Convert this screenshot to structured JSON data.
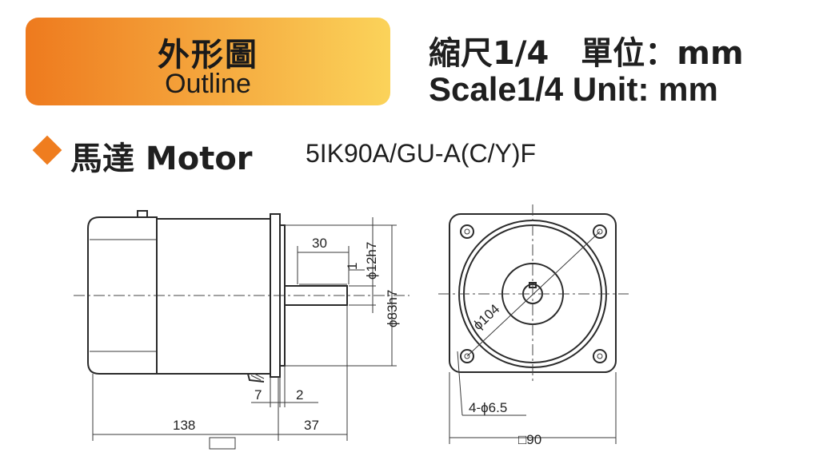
{
  "header": {
    "title_zh": "外形圖",
    "title_en": "Outline",
    "scale_zh": "縮尺1/4　單位：mm",
    "scale_en": "Scale1/4 Unit:  mm"
  },
  "section": {
    "title": "馬達 Motor",
    "model": "5IK90A/GU-A(C/Y)F"
  },
  "side_view": {
    "dim_shaft_length": "30",
    "dim_key": "1",
    "dim_shaft_dia": "ϕ12h7",
    "dim_pilot_dia": "ϕ83h7",
    "dim_flange": "7",
    "dim_pilot": "2",
    "dim_body_length": "138",
    "dim_front_length": "37"
  },
  "front_view": {
    "dim_pcd": "ϕ104",
    "dim_holes": "4-ϕ6.5",
    "dim_square": "□90"
  }
}
